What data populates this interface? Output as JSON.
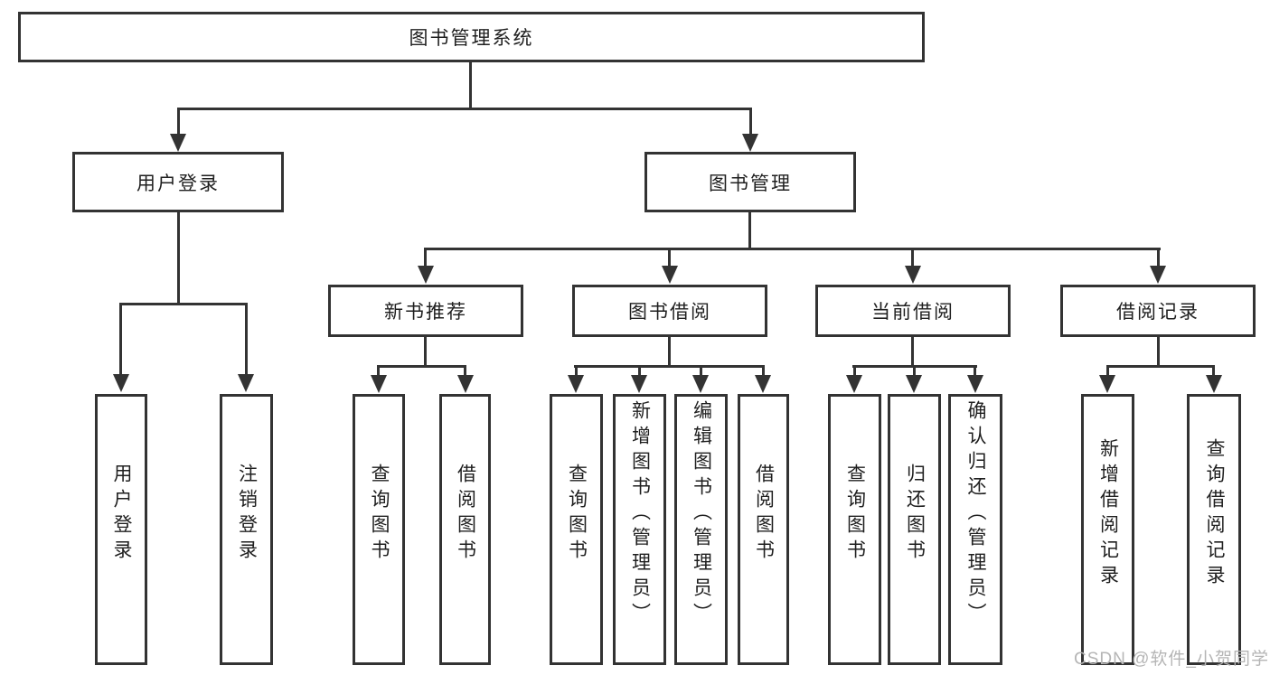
{
  "tree": {
    "root": "图书管理系统",
    "branches": [
      {
        "label": "用户登录",
        "leaves": [
          "用户登录",
          "注销登录"
        ]
      },
      {
        "label": "图书管理",
        "groups": [
          {
            "label": "新书推荐",
            "leaves": [
              "查询图书",
              "借阅图书"
            ]
          },
          {
            "label": "图书借阅",
            "leaves": [
              "查询图书",
              "新增图书（管理员）",
              "编辑图书（管理员）",
              "借阅图书"
            ]
          },
          {
            "label": "当前借阅",
            "leaves": [
              "查询图书",
              "归还图书",
              "确认归还（管理员）"
            ]
          },
          {
            "label": "借阅记录",
            "leaves": [
              "新增借阅记录",
              "查询借阅记录"
            ]
          }
        ]
      }
    ]
  },
  "watermark": "CSDN @软件_小贺同学",
  "colors": {
    "line": "#333333",
    "text": "#1f1f1f",
    "watermark": "#b5b5b5",
    "background": "#ffffff"
  }
}
